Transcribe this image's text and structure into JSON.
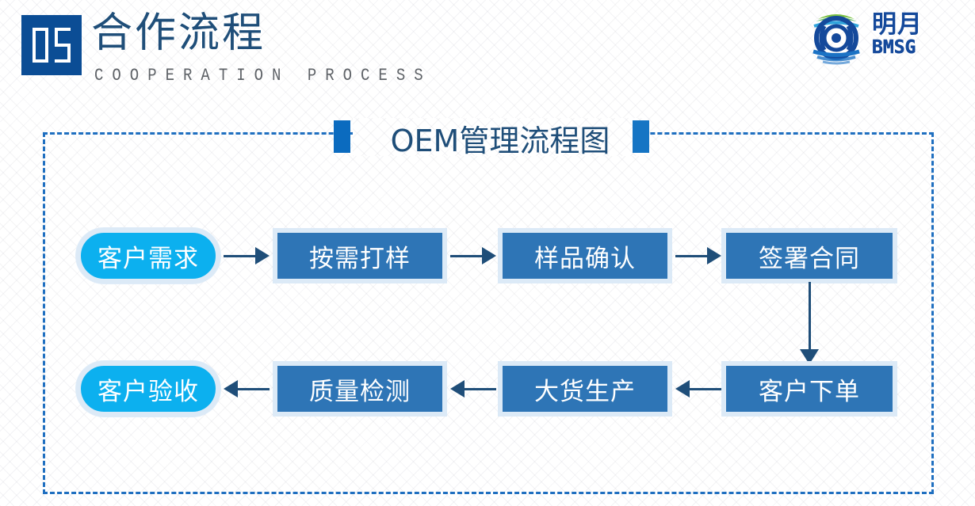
{
  "header": {
    "section_number": "05",
    "title_cn": "合作流程",
    "title_en": "COOPERATION PROCESS"
  },
  "logo": {
    "name_cn": "明月",
    "name_en": "BMSG",
    "mark_icon": "globe-sphere-logo-icon",
    "colors": {
      "blue": "#14499B",
      "accent_blue": "#1B72C4",
      "green": "#5CB85C"
    }
  },
  "content": {
    "section_title": "OEM管理流程图",
    "title_bar_left_color": "#0B6BBF",
    "title_bar_right_color": "#1675C4",
    "frame_border_color": "#1F6FC0"
  },
  "flow": {
    "nodes": [
      {
        "id": "customer-demand",
        "label": "客户需求",
        "style": "pill",
        "row": 1,
        "col": 1,
        "color": "#0CB0EF"
      },
      {
        "id": "on-demand-sampling",
        "label": "按需打样",
        "style": "rect",
        "row": 1,
        "col": 2,
        "color": "#2E75B6"
      },
      {
        "id": "sample-confirm",
        "label": "样品确认",
        "style": "rect",
        "row": 1,
        "col": 3,
        "color": "#2E75B6"
      },
      {
        "id": "sign-contract",
        "label": "签署合同",
        "style": "rect",
        "row": 1,
        "col": 4,
        "color": "#2E75B6"
      },
      {
        "id": "customer-acceptance",
        "label": "客户验收",
        "style": "pill",
        "row": 2,
        "col": 1,
        "color": "#0CB0EF"
      },
      {
        "id": "quality-inspection",
        "label": "质量检测",
        "style": "rect",
        "row": 2,
        "col": 2,
        "color": "#2E75B6"
      },
      {
        "id": "bulk-production",
        "label": "大货生产",
        "style": "rect",
        "row": 2,
        "col": 3,
        "color": "#2E75B6"
      },
      {
        "id": "customer-order",
        "label": "客户下单",
        "style": "rect",
        "row": 2,
        "col": 4,
        "color": "#2E75B6"
      }
    ],
    "connectors": [
      {
        "from": "customer-demand",
        "to": "on-demand-sampling",
        "direction": "right"
      },
      {
        "from": "on-demand-sampling",
        "to": "sample-confirm",
        "direction": "right"
      },
      {
        "from": "sample-confirm",
        "to": "sign-contract",
        "direction": "right"
      },
      {
        "from": "sign-contract",
        "to": "customer-order",
        "direction": "down"
      },
      {
        "from": "customer-order",
        "to": "bulk-production",
        "direction": "left"
      },
      {
        "from": "bulk-production",
        "to": "quality-inspection",
        "direction": "left"
      },
      {
        "from": "quality-inspection",
        "to": "customer-acceptance",
        "direction": "left"
      }
    ],
    "arrow_color": "#1F4E79"
  }
}
